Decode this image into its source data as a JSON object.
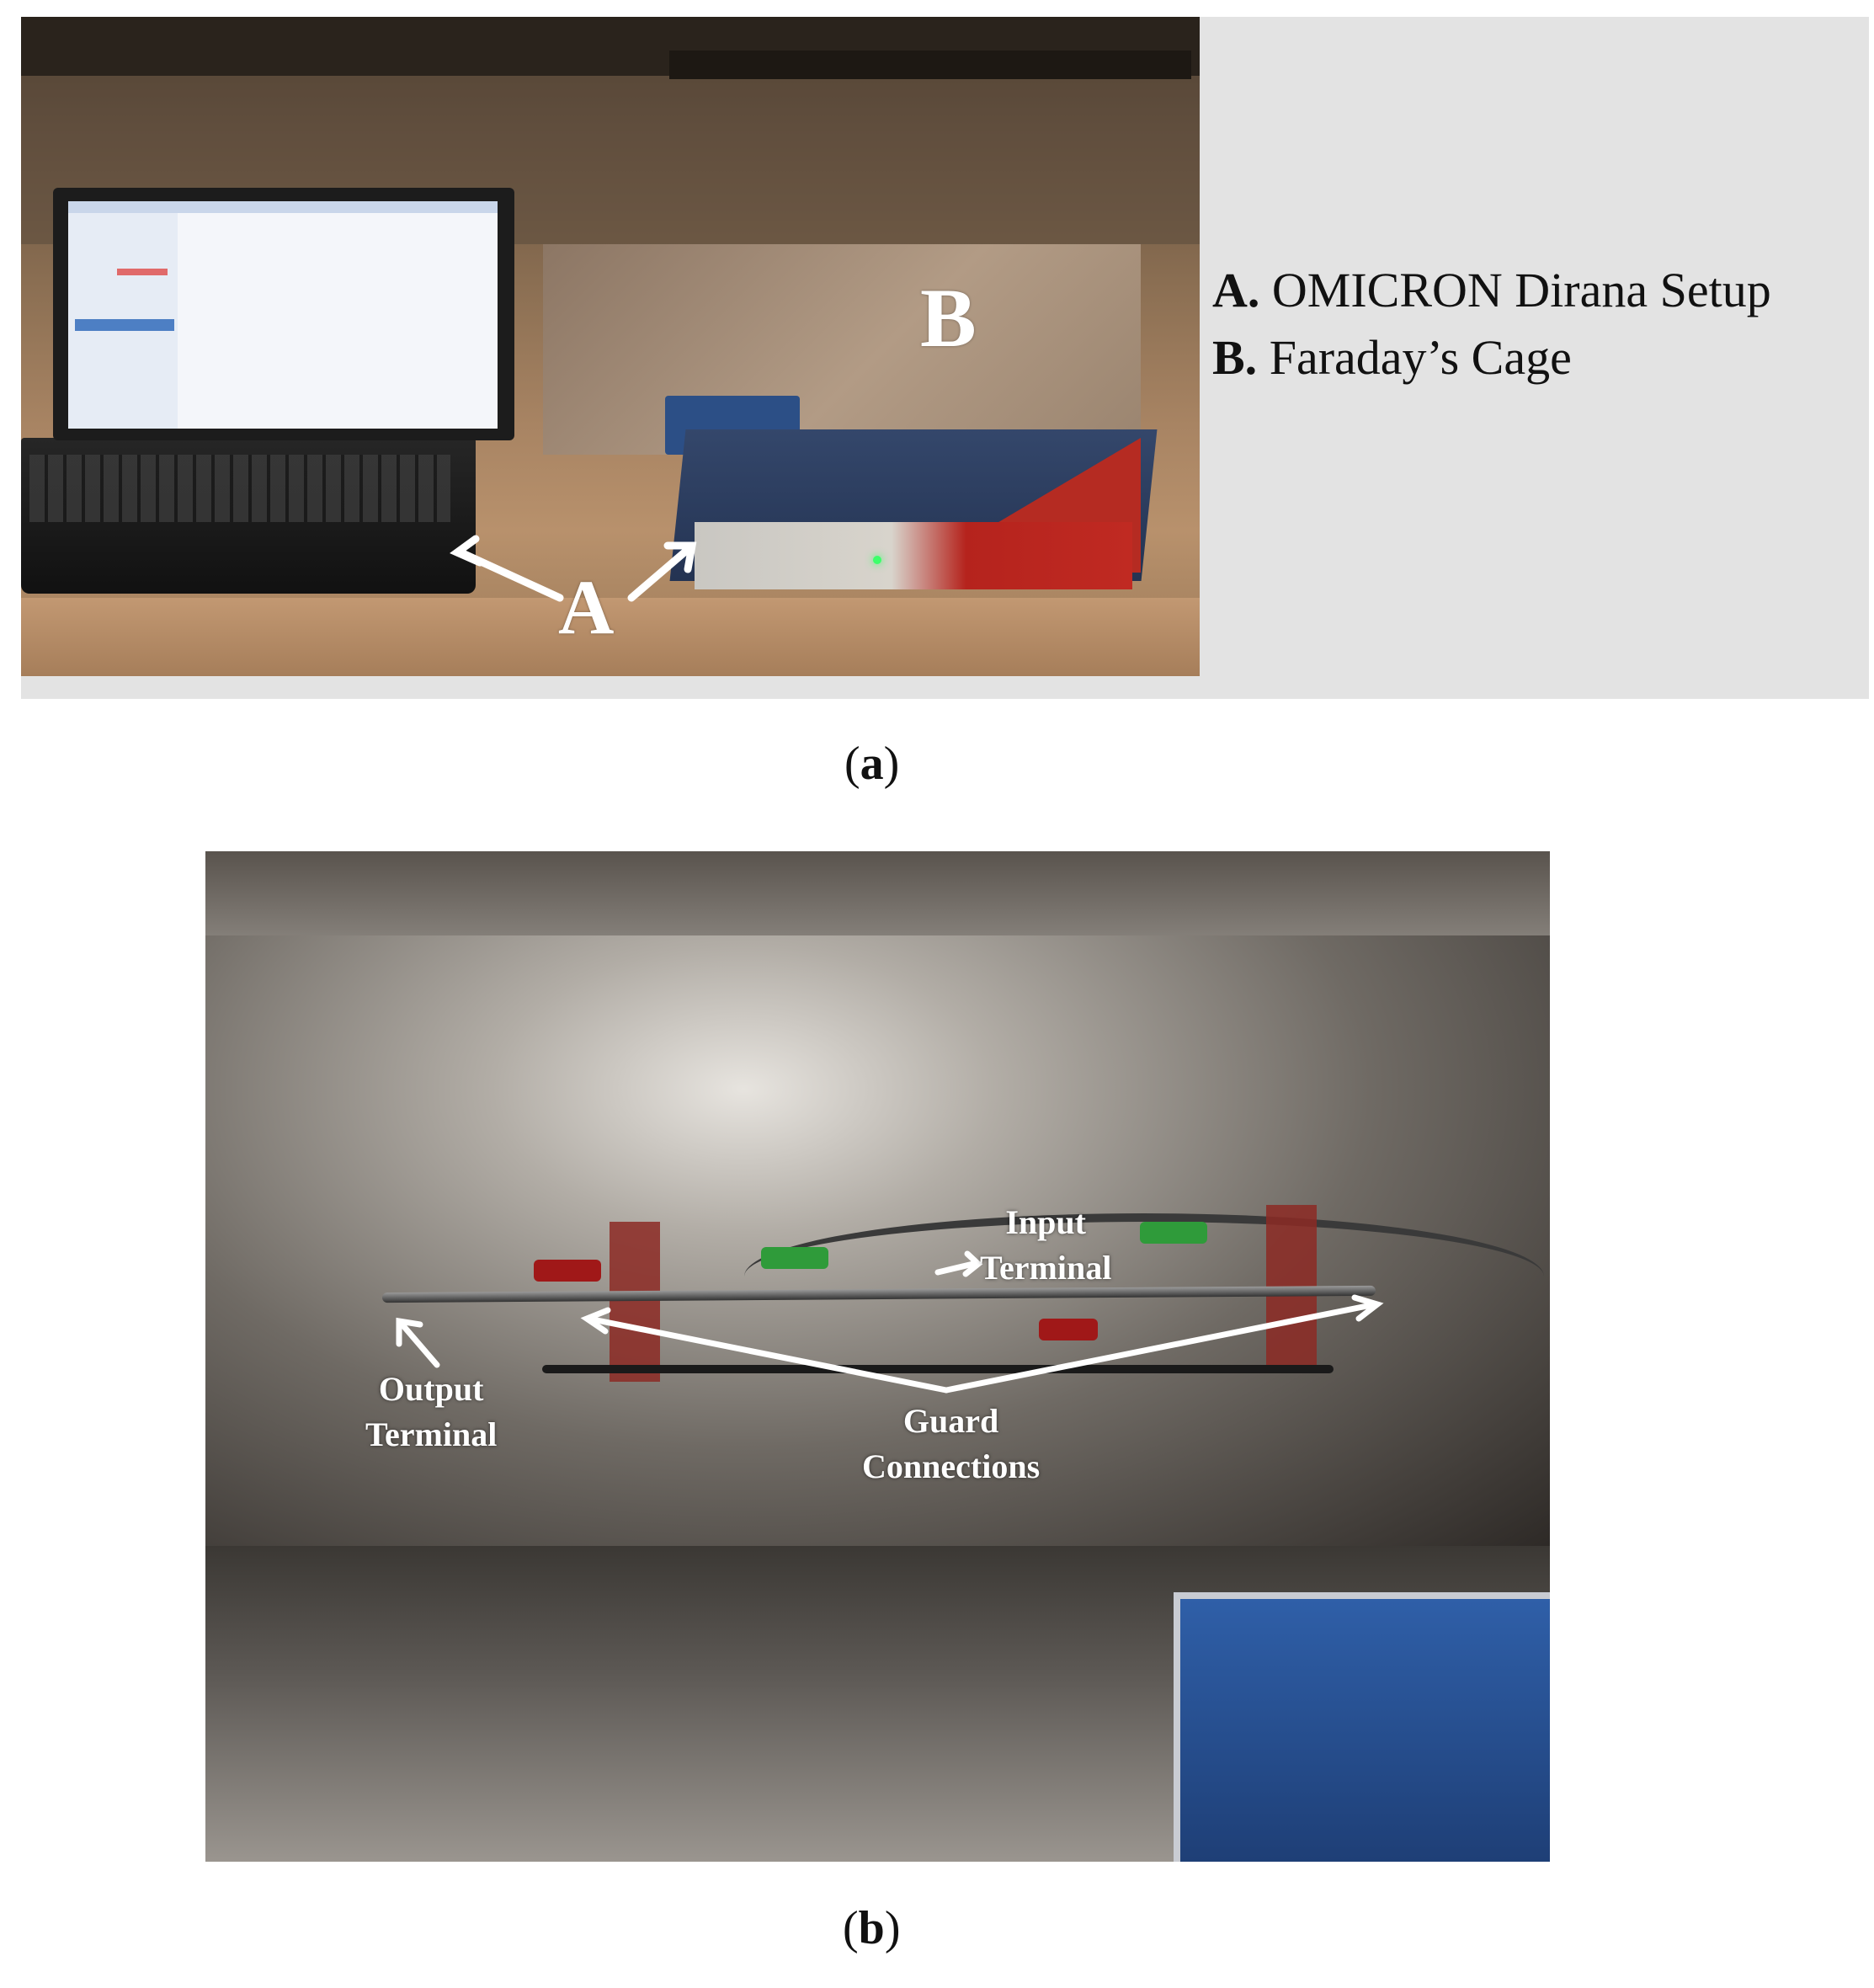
{
  "panel_a": {
    "photo_label_a": "A",
    "photo_label_b": "B",
    "legend": [
      {
        "key": "A.",
        "text": "OMICRON Dirana Setup"
      },
      {
        "key": "B.",
        "text": "Faraday’s Cage"
      }
    ],
    "caption_open": "(",
    "caption_letter": "a",
    "caption_close": ")"
  },
  "panel_b": {
    "input_terminal": "Input\nTerminal",
    "output_terminal": "Output\nTerminal",
    "guard_connections": "Guard\nConnections",
    "caption_open": "(",
    "caption_letter": "b",
    "caption_close": ")"
  },
  "colors": {
    "legend_bg": "#e3e3e3",
    "label_white": "#ffffff",
    "dirana_red": "#b52b22",
    "dirana_blue": "#2c4f86"
  }
}
